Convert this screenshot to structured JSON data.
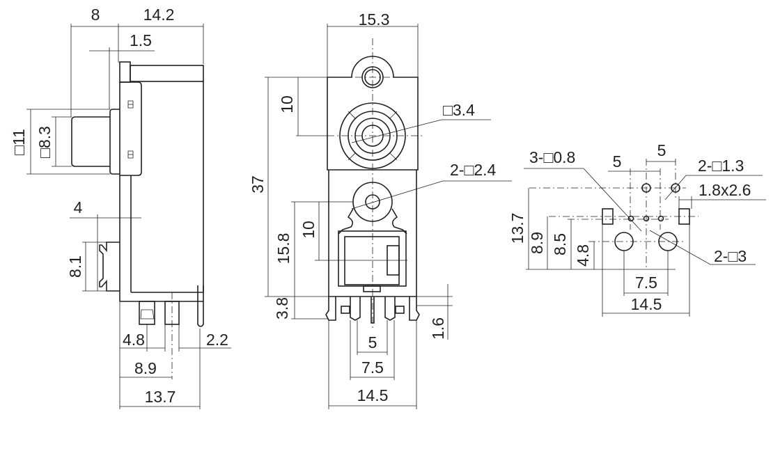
{
  "side_view": {
    "dim_8": "8",
    "dim_14_2": "14.2",
    "dim_1_5": "1.5",
    "dim_11": "□11",
    "dim_8_3": "□8.3",
    "dim_4": "4",
    "dim_8_1": "8.1",
    "dim_4_8": "4.8",
    "dim_2_2": "2.2",
    "dim_8_9": "8.9",
    "dim_13_7": "13.7"
  },
  "front_view": {
    "dim_15_3": "15.3",
    "dim_37": "37",
    "dim_10_top": "10",
    "dim_3_4": "□3.4",
    "dim_2_4": "2-□2.4",
    "dim_15_8": "15.8",
    "dim_10_low": "10",
    "dim_3_8": "3.8",
    "dim_1_6": "1.6",
    "dim_5": "5",
    "dim_7_5": "7.5",
    "dim_14_5": "14.5"
  },
  "pcb_layout": {
    "dim_3_0_8": "3-□0.8",
    "dim_5_left": "5",
    "dim_5_right": "5",
    "dim_2_1_3": "2-□1.3",
    "dim_1_8x2_6": "1.8x2.6",
    "dim_2_3": "2-□3",
    "dim_13_7": "13.7",
    "dim_8_9": "8.9",
    "dim_8_5": "8.5",
    "dim_4_8": "4.8",
    "dim_7_5": "7.5",
    "dim_14_5": "14.5"
  }
}
